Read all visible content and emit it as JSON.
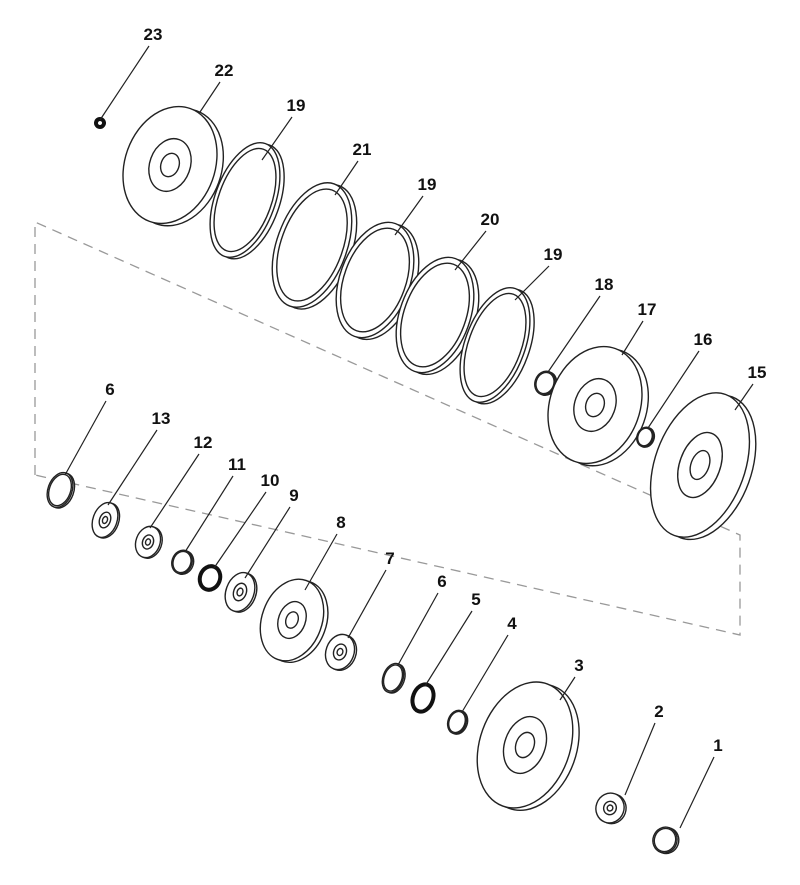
{
  "diagram": {
    "title": "Torque converter exploded view",
    "callouts": [
      "23",
      "22",
      "19",
      "21",
      "19",
      "20",
      "19",
      "18",
      "17",
      "16",
      "15",
      "6",
      "13",
      "12",
      "11",
      "10",
      "9",
      "8",
      "7",
      "6",
      "5",
      "4",
      "3",
      "2",
      "1"
    ]
  }
}
